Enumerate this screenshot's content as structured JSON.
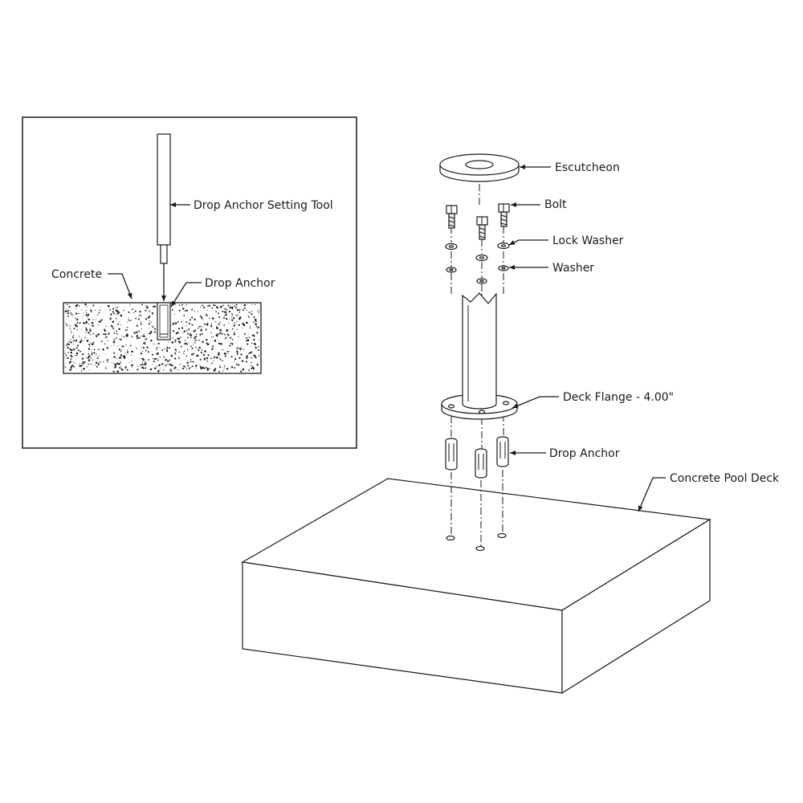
{
  "inset": {
    "labels": {
      "setting_tool": "Drop Anchor Setting Tool",
      "concrete": "Concrete",
      "drop_anchor": "Drop Anchor"
    }
  },
  "assembly": {
    "labels": {
      "escutcheon": "Escutcheon",
      "bolt": "Bolt",
      "lock_washer": "Lock Washer",
      "washer": "Washer",
      "deck_flange": "Deck Flange - 4.00\"",
      "drop_anchor": "Drop Anchor",
      "pool_deck": "Concrete Pool Deck"
    }
  }
}
